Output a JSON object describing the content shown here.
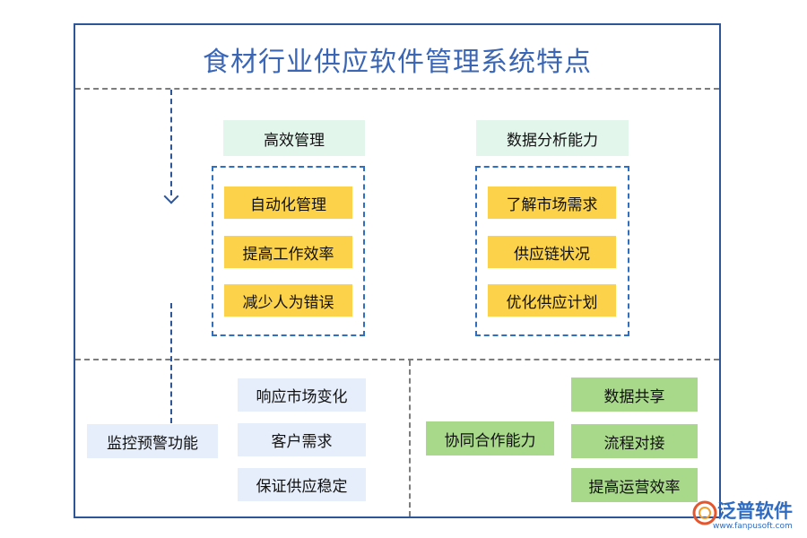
{
  "title": "食材行业供应软件管理系统特点",
  "efficient_management": {
    "header": "高效管理",
    "items": [
      "自动化管理",
      "提高工作效率",
      "减少人为错误"
    ]
  },
  "data_analysis": {
    "header": "数据分析能力",
    "items": [
      "了解市场需求",
      "供应链状况",
      "优化供应计划"
    ]
  },
  "monitoring": {
    "label": "监控预警功能",
    "items": [
      "响应市场变化",
      "客户需求",
      "保证供应稳定"
    ]
  },
  "collaboration": {
    "label": "协同合作能力",
    "items": [
      "数据共享",
      "流程对接",
      "提高运营效率"
    ]
  },
  "logo": {
    "name": "泛普软件",
    "url": "www.fanpusoft.com"
  },
  "colors": {
    "frame": "#2e5597",
    "title": "#3a66b5",
    "header_bg": "#e3f6ec",
    "item_yellow": "#fbd24a",
    "item_pale_blue": "#e7eefb",
    "item_green": "#a8d88a"
  }
}
